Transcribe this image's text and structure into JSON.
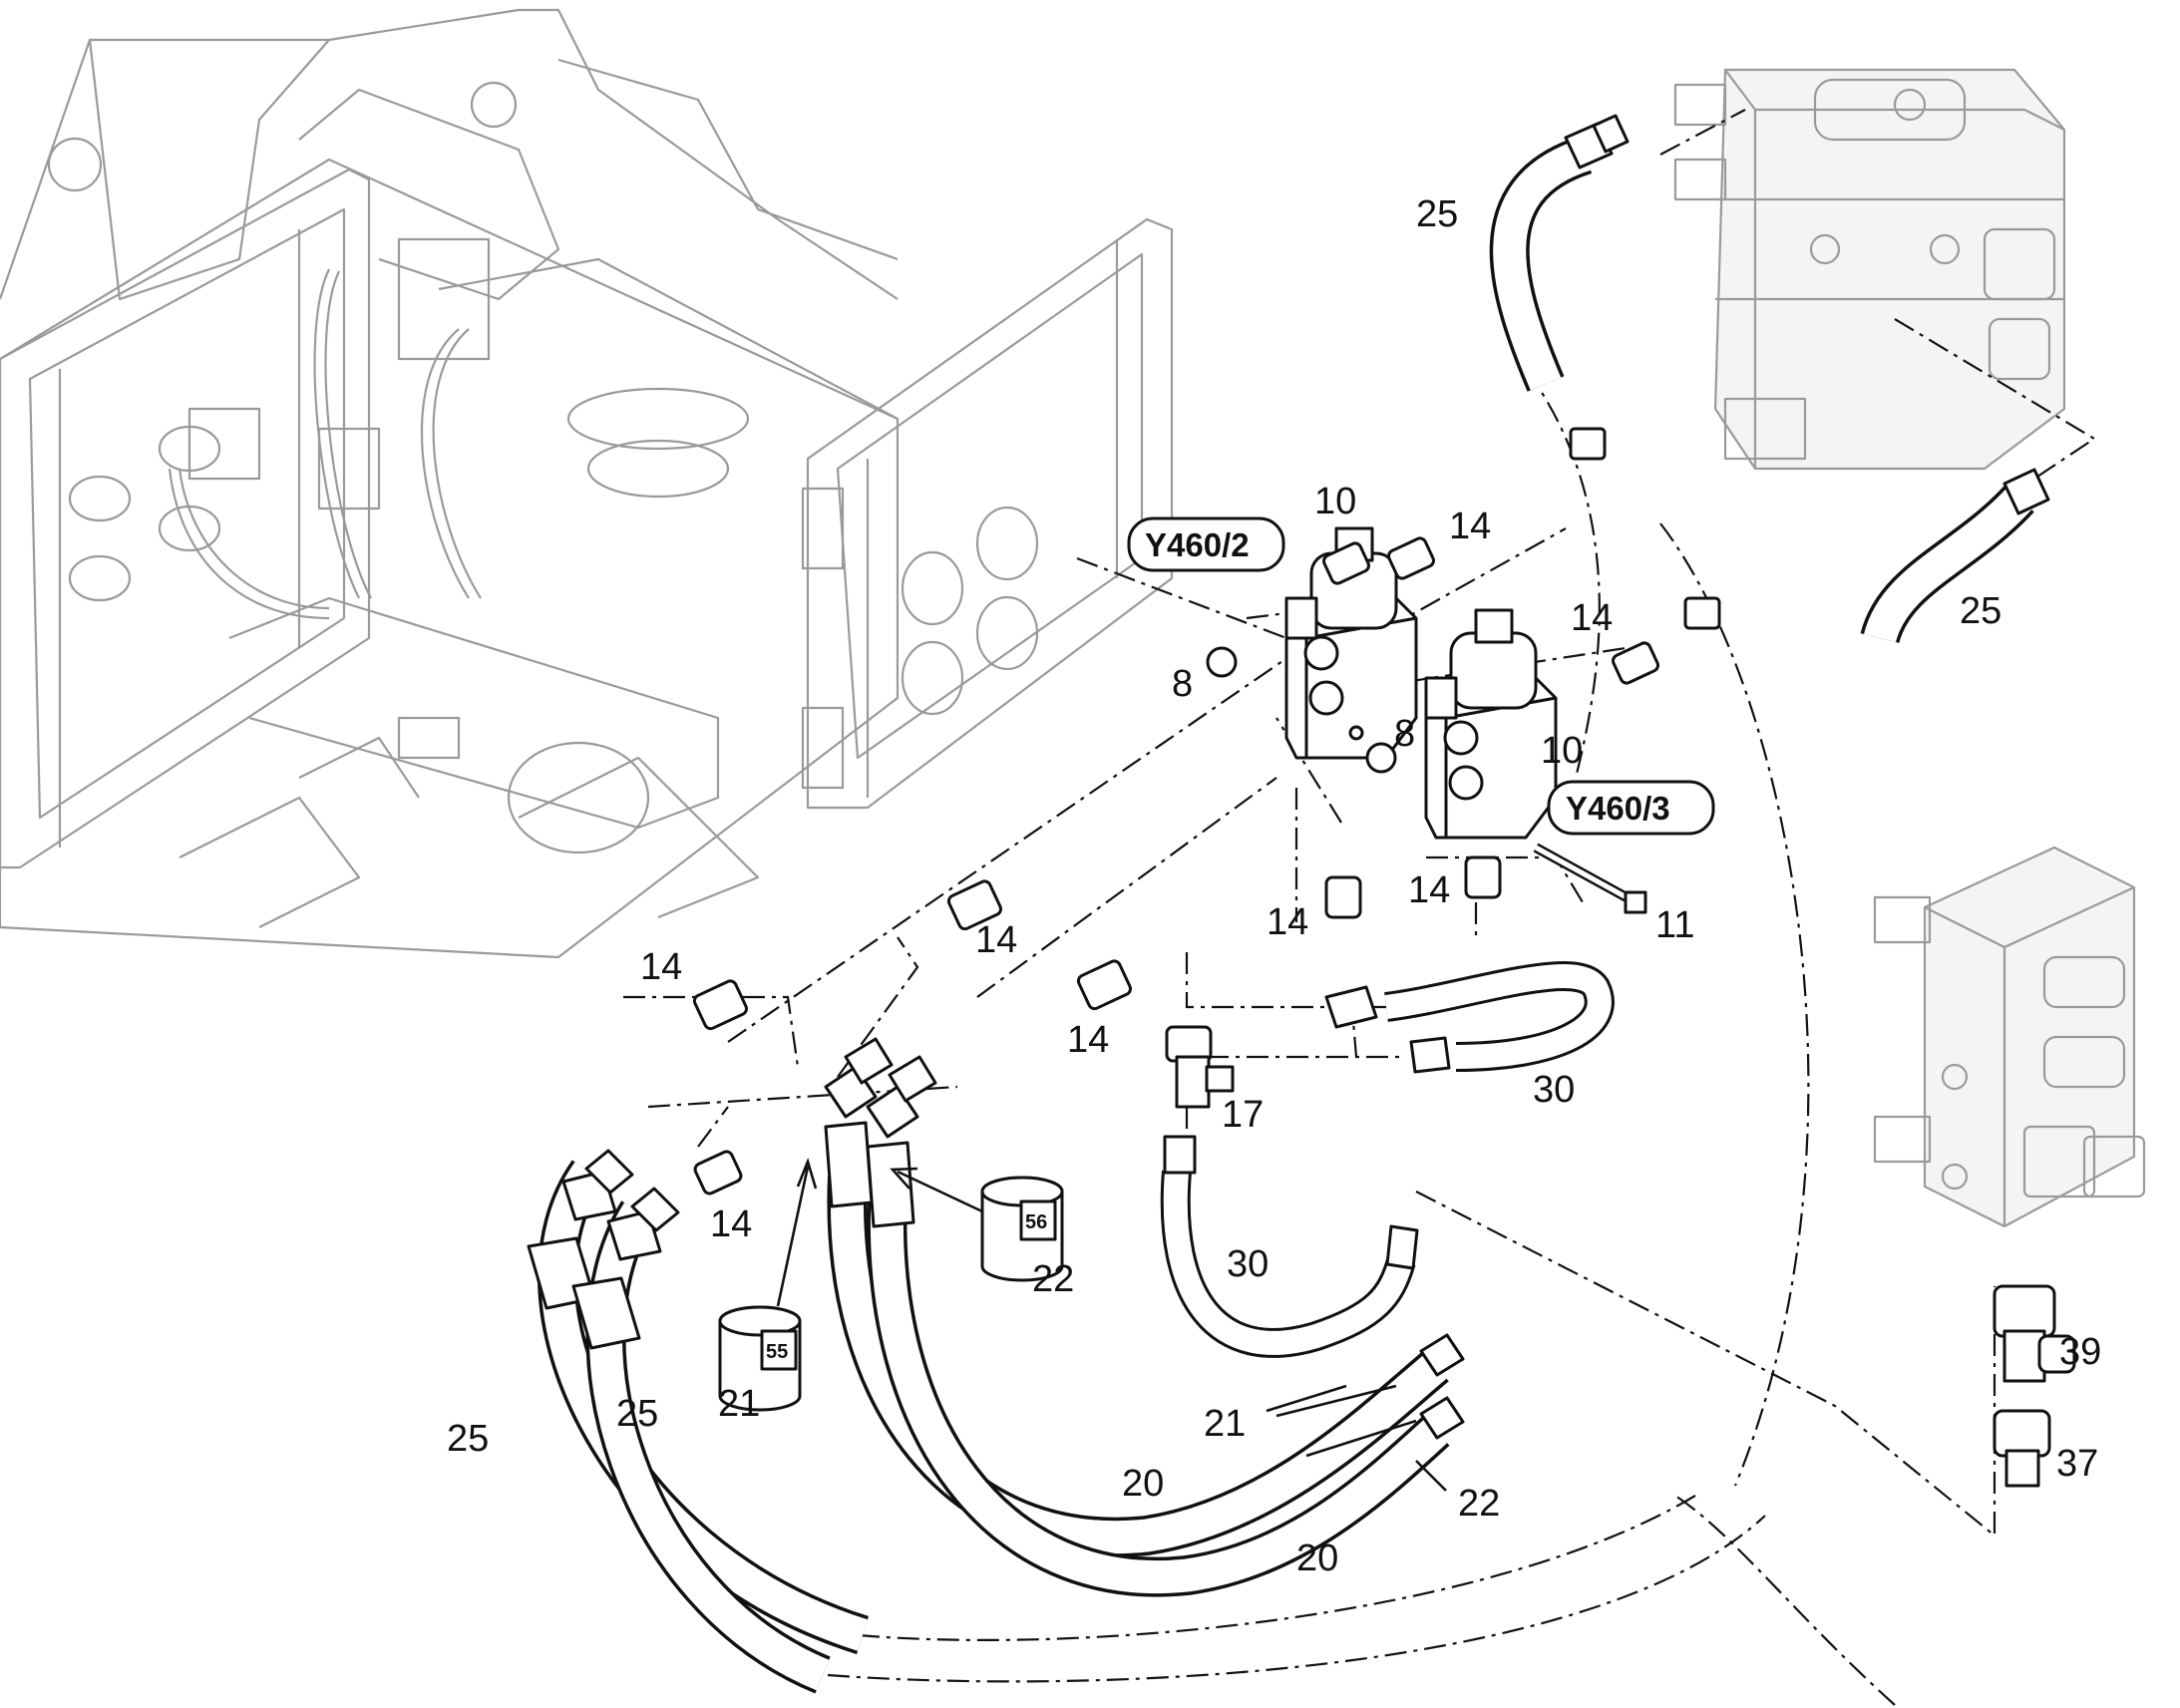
{
  "tags": {
    "valve_upper": "Y460/2",
    "valve_lower": "Y460/3"
  },
  "sleeves": {
    "s21": "55",
    "s22": "56"
  },
  "callouts": {
    "c_10_upper": "10",
    "c_10_lower": "10",
    "c_8_upper": "8",
    "c_8_lower": "8",
    "c_11": "11",
    "c_14_a": "14",
    "c_14_b": "14",
    "c_14_c": "14",
    "c_14_d": "14",
    "c_14_e": "14",
    "c_14_f": "14",
    "c_14_g": "14",
    "c_14_h": "14",
    "c_17": "17",
    "c_30_right": "30",
    "c_30_left": "30",
    "c_21_sleeve": "21",
    "c_21_hose": "21",
    "c_22_sleeve": "22",
    "c_22_hose": "22",
    "c_20_upper": "20",
    "c_20_lower": "20",
    "c_25_top": "25",
    "c_25_right": "25",
    "c_25_left_a": "25",
    "c_25_left_b": "25",
    "c_39": "39",
    "c_37": "37"
  },
  "colors": {
    "line": "#111111",
    "ghost": "#9a9a9a",
    "background": "#ffffff"
  }
}
